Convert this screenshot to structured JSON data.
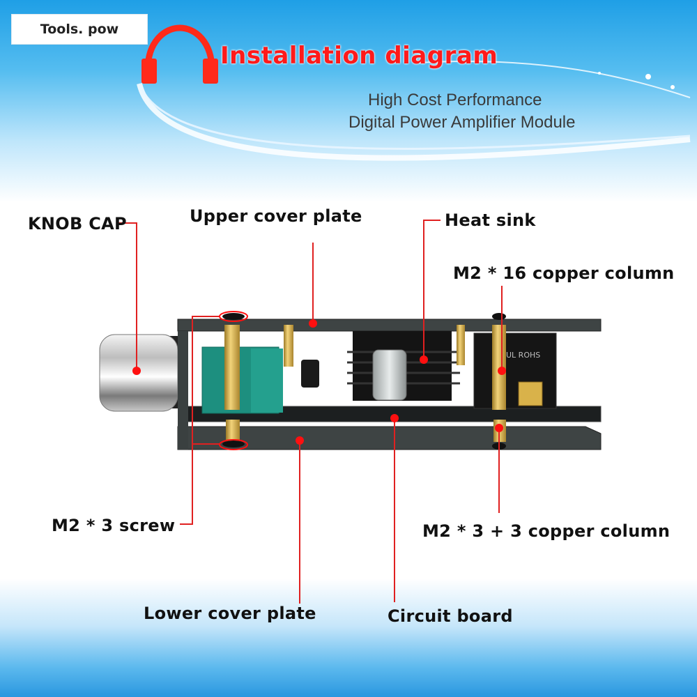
{
  "brand": {
    "text": "Tools. pow"
  },
  "header": {
    "title": "Installation diagram",
    "subtitle_line1": "High Cost Performance",
    "subtitle_line2": "Digital Power Amplifier Module",
    "icon": "headphones-icon",
    "accent_color": "#ff2a1a"
  },
  "labels": {
    "knob_cap": "KNOB CAP",
    "upper_cover_plate": "Upper cover plate",
    "heat_sink": "Heat sink",
    "m2_16_column": "M2 * 16 copper column",
    "m2_3_screw": "M2 * 3 screw",
    "m2_3_3_column": "M2 * 3 + 3 copper column",
    "lower_cover_plate": "Lower cover plate",
    "circuit_board": "Circuit board"
  },
  "board_markings": {
    "rohs": "UL ROHS"
  },
  "colors": {
    "leader_line": "#e02020",
    "marker_dot": "#ff1010",
    "copper": "#d9b24a",
    "plate": "#3e4444"
  }
}
